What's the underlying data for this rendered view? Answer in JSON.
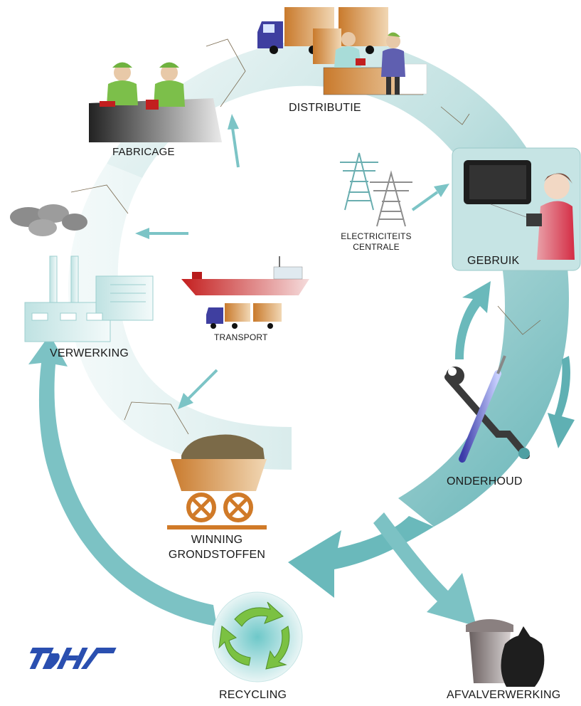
{
  "stages": {
    "distributie": "DISTRIBUTIE",
    "fabricage": "FABRICAGE",
    "verwerking": "VERWERKING",
    "transport": "TRANSPORT",
    "electriciteits_line1": "ELECTRICITEITS",
    "electriciteits_line2": "CENTRALE",
    "gebruik": "GEBRUIK",
    "onderhoud": "ONDERHOUD",
    "winning_line1": "WINNING",
    "winning_line2": "GRONDSTOFFEN",
    "recycling": "RECYCLING",
    "afvalverwerking": "AFVALVERWERKING"
  },
  "logo_text": "DHV",
  "colors": {
    "cycle_teal": "#7fc4c6",
    "cycle_dark_teal": "#5fb0b3",
    "cycle_light": "#e6f3f3",
    "arrow_teal": "#6ab9bb",
    "logo_blue": "#2a4fb0",
    "panel_teal": "#b6dcdc"
  },
  "icons": [
    "truck-icon",
    "workers-icon",
    "factory-icon",
    "ship-icon",
    "power-pylon-icon",
    "tablet-user-icon",
    "wrench-screwdriver-icon",
    "mine-cart-icon",
    "recycle-icon",
    "trash-bin-icon"
  ]
}
